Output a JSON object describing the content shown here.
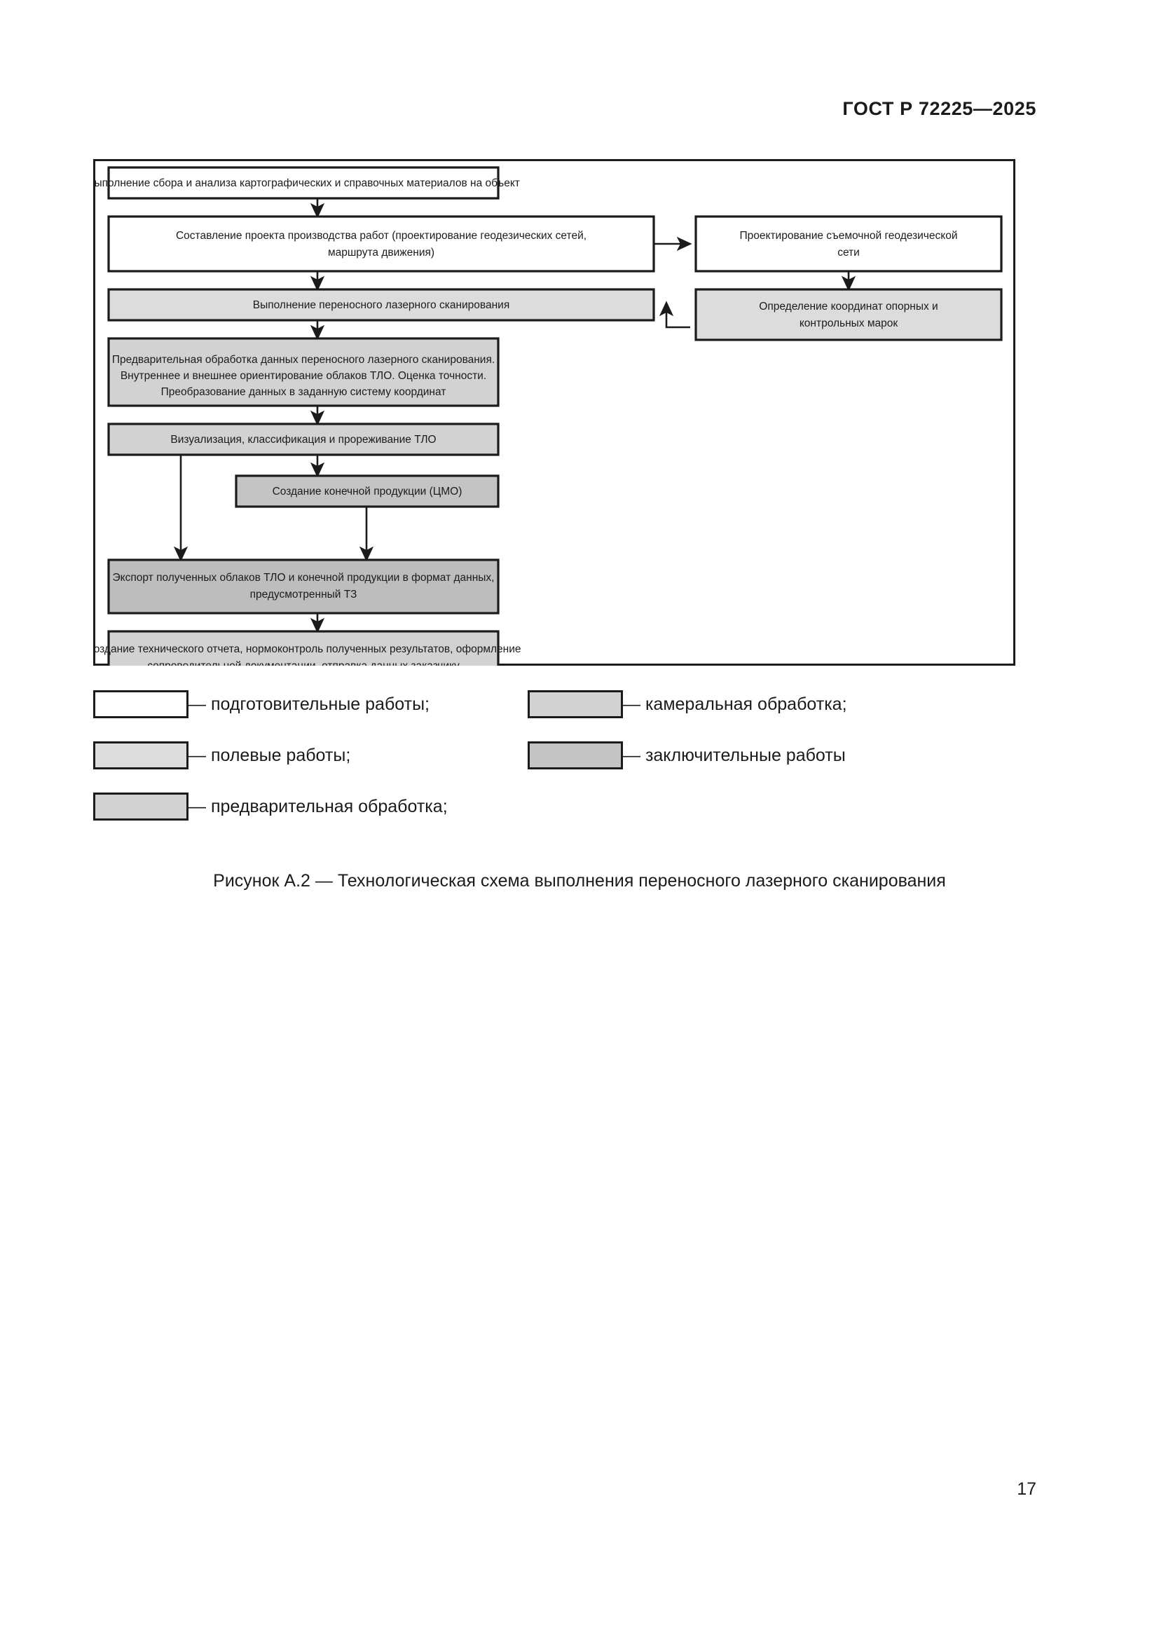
{
  "header": {
    "standard_id": "ГОСТ Р 72225—2025"
  },
  "figure": {
    "caption": "Рисунок А.2 — Технологическая схема выполнения переносного лазерного сканирования",
    "nodes": [
      {
        "id": "n1",
        "category": "подготовительные работы",
        "lines": [
          "Выполнение сбора и анализа картографических и справочных материалов на объект"
        ]
      },
      {
        "id": "n2",
        "category": "подготовительные работы",
        "lines": [
          "Составление проекта производства работ (проектирование геодезических сетей,",
          "маршрута движения)"
        ]
      },
      {
        "id": "n3",
        "category": "подготовительные работы",
        "lines": [
          "Проектирование съемочной геодезической",
          "сети"
        ]
      },
      {
        "id": "n4",
        "category": "полевые работы",
        "lines": [
          "Выполнение переносного лазерного сканирования"
        ]
      },
      {
        "id": "n5",
        "category": "полевые работы",
        "lines": [
          "Определение координат опорных и",
          "контрольных марок"
        ]
      },
      {
        "id": "n6",
        "category": "предварительная обработка",
        "lines": [
          "Предварительная обработка данных переносного лазерного сканирования.",
          "Внутреннее и внешнее ориентирование облаков ТЛО. Оценка точности.",
          "Преобразование данных в заданную систему координат"
        ]
      },
      {
        "id": "n7",
        "category": "камеральная обработка",
        "lines": [
          "Визуализация, классификация и прореживание ТЛО"
        ]
      },
      {
        "id": "n8",
        "category": "камеральная обработка",
        "lines": [
          "Создание конечной продукции (ЦМО)"
        ]
      },
      {
        "id": "n9",
        "category": "камеральная обработка",
        "lines": [
          "Экспорт полученных облаков ТЛО и конечной продукции в формат данных,",
          "предусмотренный ТЗ"
        ]
      },
      {
        "id": "n10",
        "category": "заключительные работы",
        "lines": [
          "Создание технического отчета, нормоконтроль полученных результатов, оформление",
          "сопроводительной документации, отправка данных заказчику"
        ]
      }
    ]
  },
  "legend": {
    "items": [
      {
        "label": "— подготовительные работы;",
        "color": "#ffffff"
      },
      {
        "label": "— полевые работы;",
        "color": "#dcdcdc"
      },
      {
        "label": "— предварительная обработка;",
        "color": "#d2d2d2"
      },
      {
        "label": "— камеральная обработка;",
        "color": "#d2d2d2"
      },
      {
        "label": "— заключительные работы",
        "color": "#c8c8c8"
      }
    ]
  },
  "footer": {
    "page_number": "17"
  },
  "node_text": {
    "n1_l1": "Выполнение сбора и анализа картографических и справочных материалов на объект",
    "n2_l1": "Составление проекта производства работ (проектирование геодезических сетей,",
    "n2_l2": "маршрута движения)",
    "n3_l1": "Проектирование съемочной геодезической",
    "n3_l2": "сети",
    "n4_l1": "Выполнение переносного лазерного сканирования",
    "n5_l1": "Определение координат опорных и",
    "n5_l2": "контрольных марок",
    "n6_l1": "Предварительная обработка данных переносного лазерного сканирования.",
    "n6_l2": "Внутреннее и внешнее ориентирование облаков ТЛО. Оценка точности.",
    "n6_l3": "Преобразование данных в заданную систему координат",
    "n7_l1": "Визуализация, классификация и прореживание ТЛО",
    "n8_l1": "Создание конечной продукции (ЦМО)",
    "n9_l1": "Экспорт полученных облаков ТЛО и конечной продукции в формат данных,",
    "n9_l2": "предусмотренный ТЗ",
    "n10_l1": "Создание технического отчета, нормоконтроль полученных результатов, оформление",
    "n10_l2": "сопроводительной документации, отправка данных заказчику"
  },
  "legend_text": {
    "l1": "— подготовительные работы;",
    "l2": "— полевые работы;",
    "l3": "— предварительная обработка;",
    "l4": "— камеральная обработка;",
    "l5": "— заключительные работы"
  }
}
